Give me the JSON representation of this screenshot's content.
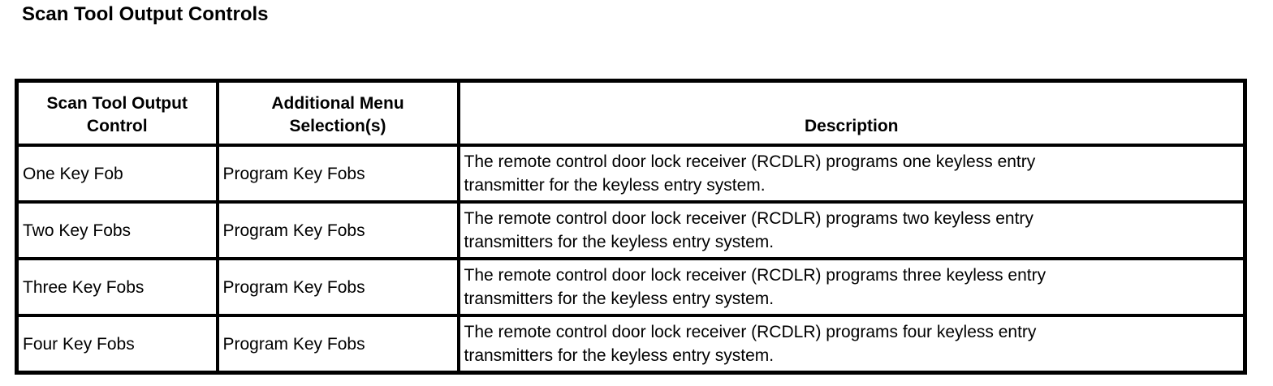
{
  "page": {
    "title": "Scan Tool Output Controls"
  },
  "table": {
    "columns": {
      "control": "Scan Tool Output\nControl",
      "menu": "Additional Menu\nSelection(s)",
      "description": "Description"
    },
    "rows": [
      {
        "control": "One Key Fob",
        "menu": "Program Key Fobs",
        "description": "The remote control door lock receiver (RCDLR) programs one keyless entry\ntransmitter for the keyless entry system."
      },
      {
        "control": "Two Key Fobs",
        "menu": "Program Key Fobs",
        "description": "The remote control door lock receiver (RCDLR) programs two keyless entry\ntransmitters for the keyless entry system."
      },
      {
        "control": "Three Key Fobs",
        "menu": "Program Key Fobs",
        "description": "The remote control door lock receiver (RCDLR) programs three keyless entry\ntransmitters for the keyless entry system."
      },
      {
        "control": "Four Key Fobs",
        "menu": "Program Key Fobs",
        "description": "The remote control door lock receiver (RCDLR) programs four keyless entry\ntransmitters for the keyless entry system."
      }
    ],
    "colors": {
      "border": "#000000",
      "text": "#000000",
      "background": "#ffffff"
    }
  }
}
